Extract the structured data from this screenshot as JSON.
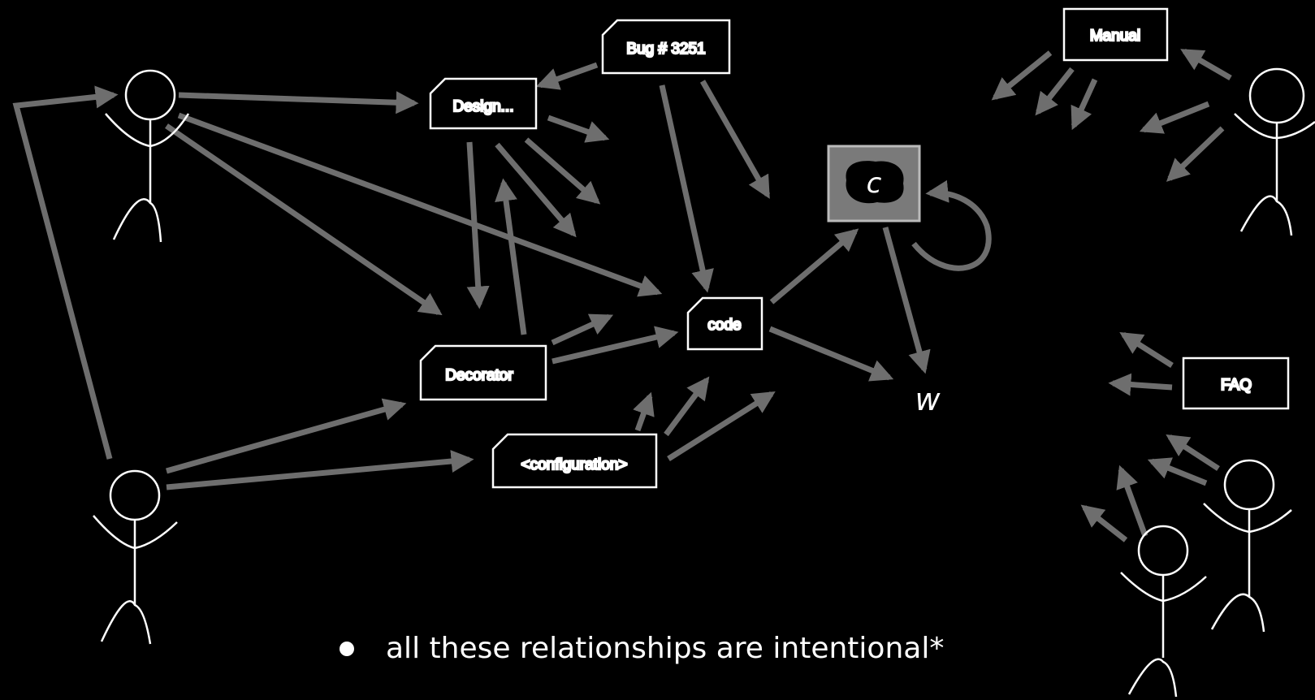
{
  "nodes": {
    "bug": "Bug # 3251",
    "design": "Design...",
    "decorator": "Decorator",
    "code": "code",
    "configuration": "<configuration>",
    "manual": "Manual",
    "faq": "FAQ",
    "compiler_letter": "c",
    "output_letter": "w"
  },
  "bullet": "all these relationships are intentional*",
  "colors": {
    "background": "#000000",
    "arrow": "#6e6e6e",
    "box_stroke": "#ffffff",
    "compiler_box": "#7a7a7a"
  }
}
